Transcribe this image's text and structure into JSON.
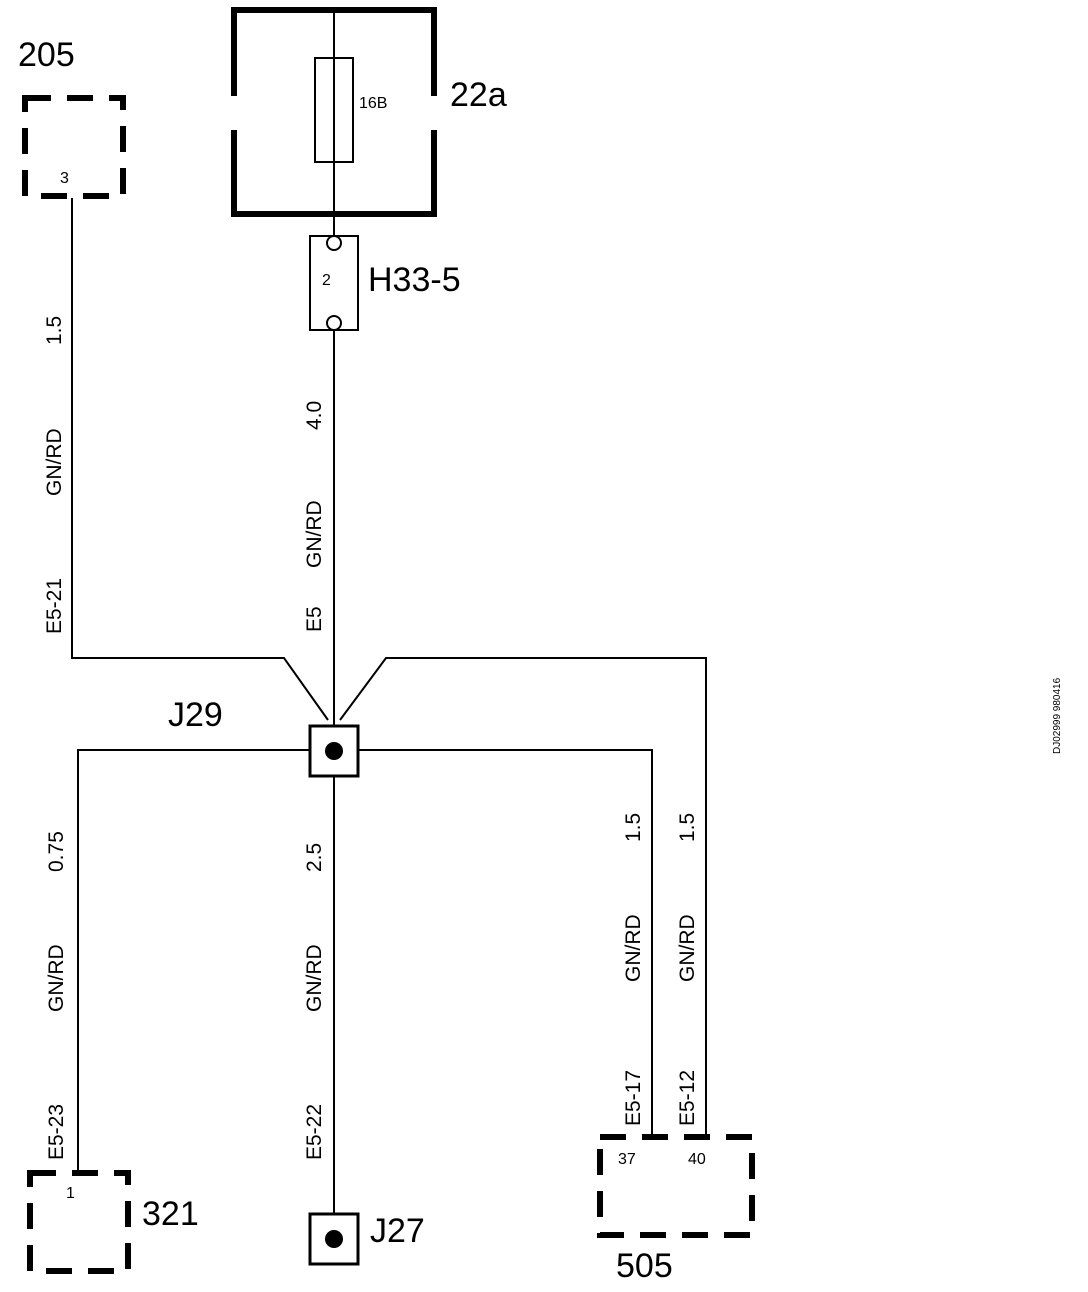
{
  "components": {
    "c205": {
      "label": "205",
      "pin": "3"
    },
    "c22a": {
      "label": "22a",
      "fuse": "16B"
    },
    "h33": {
      "label": "H33-5",
      "pin": "2"
    },
    "j29": {
      "label": "J29"
    },
    "c321": {
      "label": "321",
      "pin": "1"
    },
    "j27": {
      "label": "J27"
    },
    "c505": {
      "label": "505",
      "pin_a": "37",
      "pin_b": "40"
    }
  },
  "wires": {
    "w205": {
      "size": "1.5",
      "color": "GN/RD",
      "id": "E5-21"
    },
    "wh33": {
      "size": "4.0",
      "color": "GN/RD",
      "id": "E5"
    },
    "w321": {
      "size": "0.75",
      "color": "GN/RD",
      "id": "E5-23"
    },
    "wj27": {
      "size": "2.5",
      "color": "GN/RD",
      "id": "E5-22"
    },
    "w505a": {
      "size": "1.5",
      "color": "GN/RD",
      "id": "E5-17"
    },
    "w505b": {
      "size": "1.5",
      "color": "GN/RD",
      "id": "E5-12"
    }
  },
  "figure_id": "DJ02999 980416"
}
